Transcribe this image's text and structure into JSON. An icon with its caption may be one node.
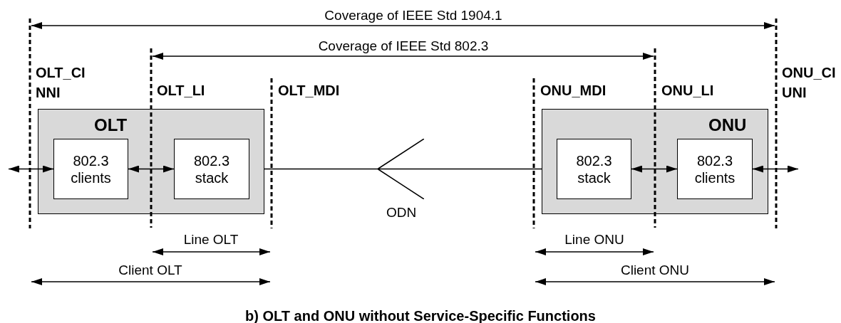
{
  "diagram": {
    "caption": "b) OLT and ONU without Service-Specific Functions",
    "nodes": [
      {
        "text": [
          "OLT"
        ]
      },
      {
        "text": [
          "802.3 clients"
        ],
        "in": 0
      },
      {
        "text": [
          "802.3 stack"
        ],
        "in": 0
      },
      {
        "text": [],
        "shape": "picture",
        "beside": [
          "ODN"
        ]
      },
      {
        "text": [
          "ONU"
        ]
      },
      {
        "text": [
          "802.3 stack"
        ],
        "in": 4
      },
      {
        "text": [
          "802.3 clients"
        ],
        "in": 4
      }
    ],
    "edges": [
      {
        "from": null,
        "to": 1,
        "arrow": "both"
      },
      {
        "from": 1,
        "to": 2,
        "arrow": "both"
      },
      {
        "from": 0,
        "to": 3,
        "arrow": "none"
      },
      {
        "from": 3,
        "to": 4,
        "arrow": "none"
      },
      {
        "from": 5,
        "to": 6,
        "arrow": "both"
      },
      {
        "from": 6,
        "to": null,
        "arrow": "both"
      }
    ],
    "labels": [
      "Coverage of IEEE Std 1904.1",
      "Coverage of IEEE Std 802.3",
      "OLT_CI NNI",
      "OLT_LI",
      "OLT_MDI",
      "ONU_MDI",
      "ONU_LI",
      "ONU_CI UNI",
      "Line OLT",
      "Client OLT",
      "Line ONU",
      "Client ONU"
    ]
  }
}
